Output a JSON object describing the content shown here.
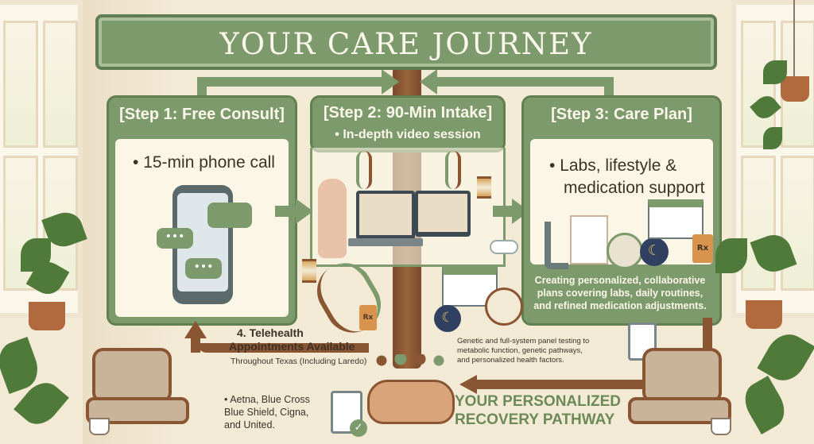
{
  "banner": {
    "title": "YOUR CARE JOURNEY"
  },
  "steps": [
    {
      "title": "[Step 1: Free Consult]",
      "bullet": "15-min phone call"
    },
    {
      "title": "[Step 2: 90-Min Intake]",
      "subtitle": "In-depth video session"
    },
    {
      "title": "[Step 3: Care Plan]",
      "bullet_line1": "Labs, lifestyle &",
      "bullet_line2": "medication support"
    }
  ],
  "step3_description": {
    "line1": "Creating personalized, collaborative",
    "line2": "plans covering labs, daily routines,",
    "line3": "and refined medication adjustments."
  },
  "genetic_note": {
    "line1": "Genetic and full-system panel testing to",
    "line2": "metabolic function, genetic pathways,",
    "line3": "and      personalized health factors."
  },
  "telehealth": {
    "title_line1": "4. Telehealth",
    "title_line2": "Appointments Available",
    "subtitle": "Throughout Texas (Including Laredo)"
  },
  "insurance": {
    "line1": "Aetna, Blue Cross",
    "line2": "Blue Shield, Cigna,",
    "line3": "and United."
  },
  "pathway": {
    "line1": "YOUR PERSONALIZED",
    "line2": "RECOVERY PATHWAY"
  },
  "icons": {
    "rx_label": "Rx",
    "bullet": "•"
  },
  "colors": {
    "sage": "#7c9a6c",
    "sage_dark": "#5f7c52",
    "cream": "#fbf6e6",
    "wood": "#8a5532",
    "background": "#f3ead6"
  }
}
